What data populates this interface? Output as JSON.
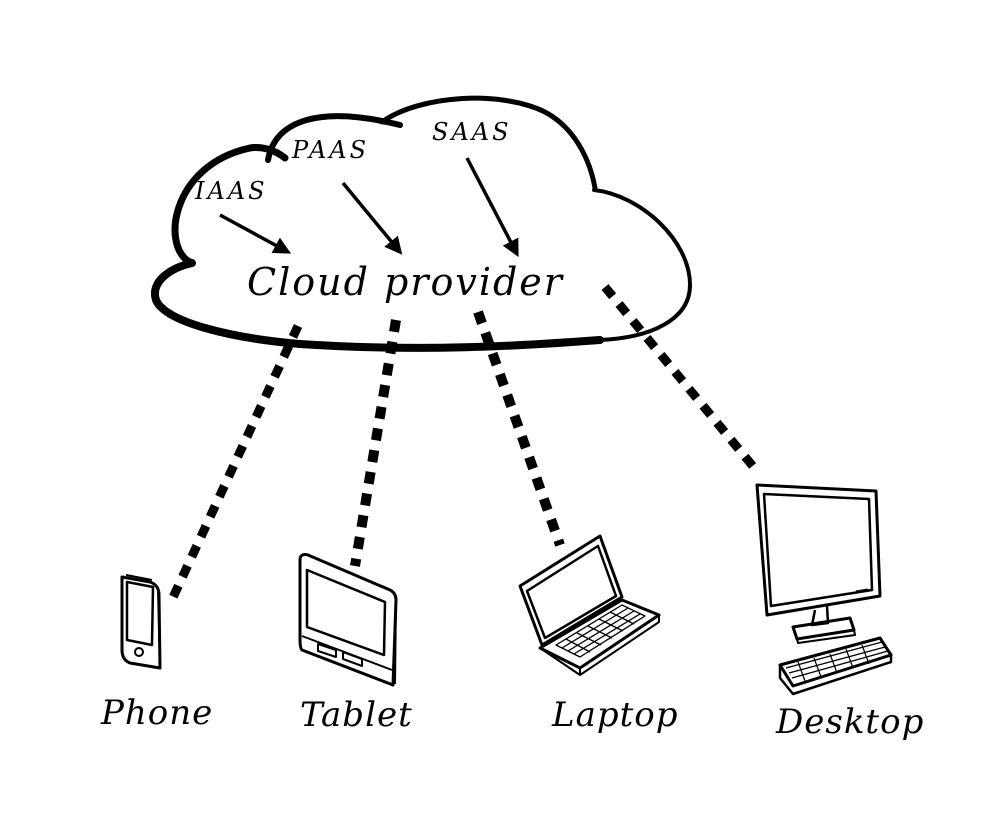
{
  "cloud": {
    "title": "Cloud provider",
    "services": [
      {
        "id": "iaas",
        "label": "IAAS"
      },
      {
        "id": "paas",
        "label": "PAAS"
      },
      {
        "id": "saas",
        "label": "SAAS"
      }
    ]
  },
  "devices": [
    {
      "id": "phone",
      "label": "Phone",
      "icon": "phone-icon"
    },
    {
      "id": "tablet",
      "label": "Tablet",
      "icon": "tablet-icon"
    },
    {
      "id": "laptop",
      "label": "Laptop",
      "icon": "laptop-icon"
    },
    {
      "id": "desktop",
      "label": "Desktop",
      "icon": "desktop-icon"
    }
  ],
  "colors": {
    "ink": "#000000",
    "background": "#ffffff"
  }
}
